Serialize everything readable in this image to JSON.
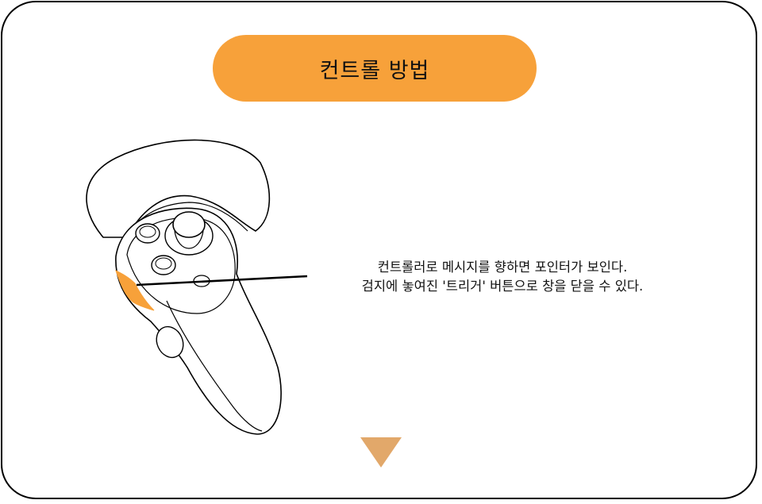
{
  "title": "컨트롤 방법",
  "instructions": {
    "line1": "컨트롤러로 메시지를 향하면  포인터가 보인다.",
    "line2": "검지에 놓여진 '트리거' 버튼으로 창을 닫을 수 있다."
  },
  "colors": {
    "accent": "#f7a13a",
    "trigger": "#f7a13a",
    "arrow": "#e2a86a"
  },
  "icons": {
    "next": "triangle-down-icon",
    "controller": "vr-controller-icon"
  }
}
